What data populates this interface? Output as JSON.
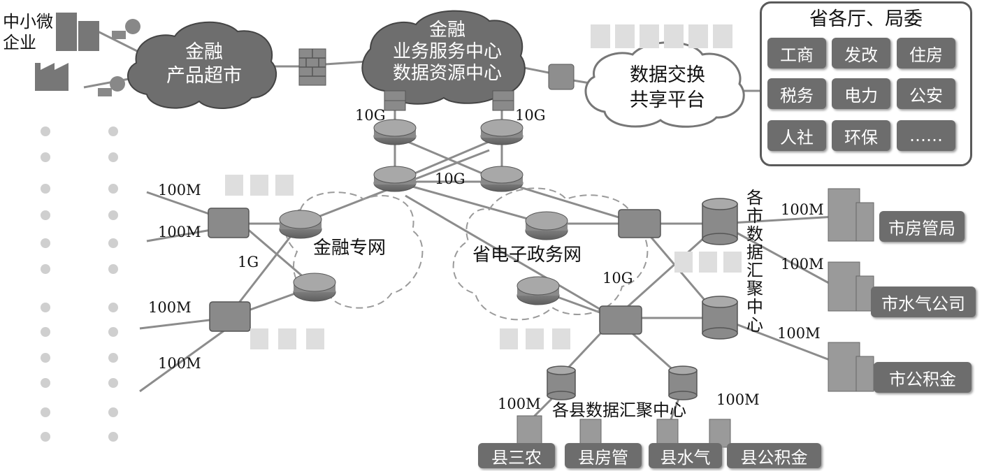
{
  "clouds": {
    "product_market": [
      "金融",
      "产品超市"
    ],
    "center": [
      "金融",
      "业务服务中心",
      "数据资源中心"
    ],
    "exchange": [
      "数据交换",
      "共享平台"
    ],
    "finance_net": "金融专网",
    "gov_net": "省电子政务网"
  },
  "sme_label": [
    "中小微",
    "企业"
  ],
  "dept_panel": {
    "title": "省各厅、局委",
    "items": [
      "工商",
      "发改",
      "住房",
      "税务",
      "电力",
      "公安",
      "人社",
      "环保",
      "……"
    ]
  },
  "speeds": {
    "left_10g": "10G",
    "right_10g": "10G",
    "mid_10g": "10G",
    "gov_10g": "10G",
    "fin_100m_1": "100M",
    "fin_100m_2": "100M",
    "fin_1g": "1G",
    "fin_100m_3": "100M",
    "fin_100m_4": "100M",
    "city_100m_1": "100M",
    "city_100m_2": "100M",
    "city_100m_3": "100M",
    "county_100m_1": "100M",
    "county_100m_2": "100M"
  },
  "city_hub": "各市数据汇聚中心",
  "county_hub": "各县数据汇聚中心",
  "city_units": [
    "市房管局",
    "市水气公司",
    "市公积金"
  ],
  "county_units": [
    "县三农",
    "县房管",
    "县水气",
    "县公积金"
  ],
  "colors": {
    "cloud": "#6e6e6e",
    "box": "#6d6d6d",
    "line": "#8a8a8a"
  }
}
